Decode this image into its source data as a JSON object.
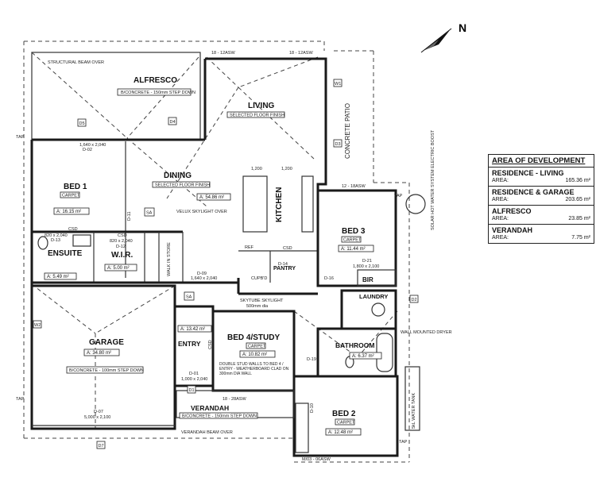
{
  "north_label": "N",
  "rooms": {
    "alfresco": {
      "name": "ALFRESCO",
      "note": "B/CONCRETE - 150mm STEP DOWN"
    },
    "living": {
      "name": "LIVING",
      "note": "SELECTED FLOOR FINISH"
    },
    "dining": {
      "name": "DINING",
      "note": "SELECTED FLOOR FINISH",
      "area": "A: 54.86 m²"
    },
    "kitchen": {
      "name": "KITCHEN"
    },
    "bed1": {
      "name": "BED 1",
      "tag": "CARPET",
      "area": "A: 16.15 m²"
    },
    "ensuite": {
      "name": "ENSUITE",
      "area": "A: 5.49 m²"
    },
    "wir": {
      "name": "W.I.R.",
      "area": "A: 5.00 m²"
    },
    "walk_in_storage": {
      "name": "WALK IN STORE"
    },
    "pantry": {
      "name": "PANTRY"
    },
    "bed3": {
      "name": "BED 3",
      "tag": "CARPET",
      "area": "A: 11.44 m²"
    },
    "bir": {
      "name": "BIR"
    },
    "laundry": {
      "name": "LAUNDRY"
    },
    "garage": {
      "name": "GARAGE",
      "area": "A: 34.80 m²",
      "note": "B/CONCRETE - 100mm STEP DOWN"
    },
    "entry": {
      "name": "ENTRY",
      "area": "A: 13.42 m²"
    },
    "bed4": {
      "name": "BED 4/STUDY",
      "tag": "CARPET",
      "area": "A: 10.82 m²"
    },
    "bathroom": {
      "name": "BATHROOM",
      "area": "A: 6.37 m²"
    },
    "bed2": {
      "name": "BED 2",
      "tag": "CARPET",
      "area": "A: 12.48 m²"
    },
    "verandah": {
      "name": "VERANDAH",
      "note": "B/CONCRETE - 150mm STEP DOWN"
    }
  },
  "labels": {
    "concrete_patio": "CONCRETE PATIO",
    "structural_beam": "STRUCTURAL BEAM OVER",
    "verandah_beam": "VERANDAH BEAM OVER",
    "velux": "VELUX SKYLIGHT OVER",
    "skytube": "SKYTUBE SKYLIGHT",
    "skytube_size": "500mm dia",
    "solar": "SOLAR HOT WATER SYSTEM ELECTRIC BOOST",
    "water_tank": "5kL WATER TANK",
    "wall_mounted_dryer": "WALL MOUNTED DRYER",
    "double_stud": "DOUBLE STUD WALLS TO BED 4 / ENTRY - WEATHERBOARD CLAD ON 300mm DIA WALL",
    "tap1": "TAP",
    "tap2": "TAP",
    "tap3": "TAP",
    "tap4": "TAP",
    "cupbd": "CUPB'D",
    "ref": "REF",
    "csd1": "CSD",
    "csd2": "CSD",
    "csd3": "CSD",
    "csd4": "CSD",
    "dim_top1": "18 - 12ASW",
    "dim_top2": "18 - 12ASW",
    "dim_1200a": "1,200",
    "dim_1200b": "1,200",
    "dim_bed3": "12 - 18ASW",
    "dim_bottom1": "18 - 28ASW",
    "dim_bottom2": "M/03 - 06ASW",
    "door_d01": "D-01",
    "door_d02": "D-02",
    "door_d07": "D-07",
    "door_d10": "D-10",
    "door_d11": "D-11",
    "door_d12": "D-12",
    "door_d13": "D-13",
    "door_d14": "D-14",
    "door_d21": "D-21",
    "door_d16": "D-16",
    "door_d19": "D-19",
    "door_d09": "D-09",
    "size_d07": "5,000 x 2,100",
    "size_d01": "1,000 x 2,040",
    "size_d13": "820 x 2,040",
    "size_d12": "820 x 2,040",
    "size_d21": "1,800 x 2,100",
    "size_d09": "1,640 x 2,040",
    "size_d02": "1,640 x 2,040",
    "win_d5": "D5",
    "win_d4": "D4",
    "win_d3": "D3",
    "win_d1": "D1",
    "win_d2": "D2",
    "win_d7": "D7",
    "win_w1": "W1",
    "win_w2": "W2"
  },
  "area_of_development": {
    "title": "AREA OF DEVELOPMENT",
    "rows": [
      {
        "name": "RESIDENCE - LIVING",
        "label": "AREA:",
        "value": "165.36 m²"
      },
      {
        "name": "RESIDENCE & GARAGE",
        "label": "AREA:",
        "value": "203.65 m²"
      },
      {
        "name": "ALFRESCO",
        "label": "AREA:",
        "value": "23.85 m²"
      },
      {
        "name": "VERANDAH",
        "label": "AREA:",
        "value": "7.75 m²"
      }
    ]
  }
}
